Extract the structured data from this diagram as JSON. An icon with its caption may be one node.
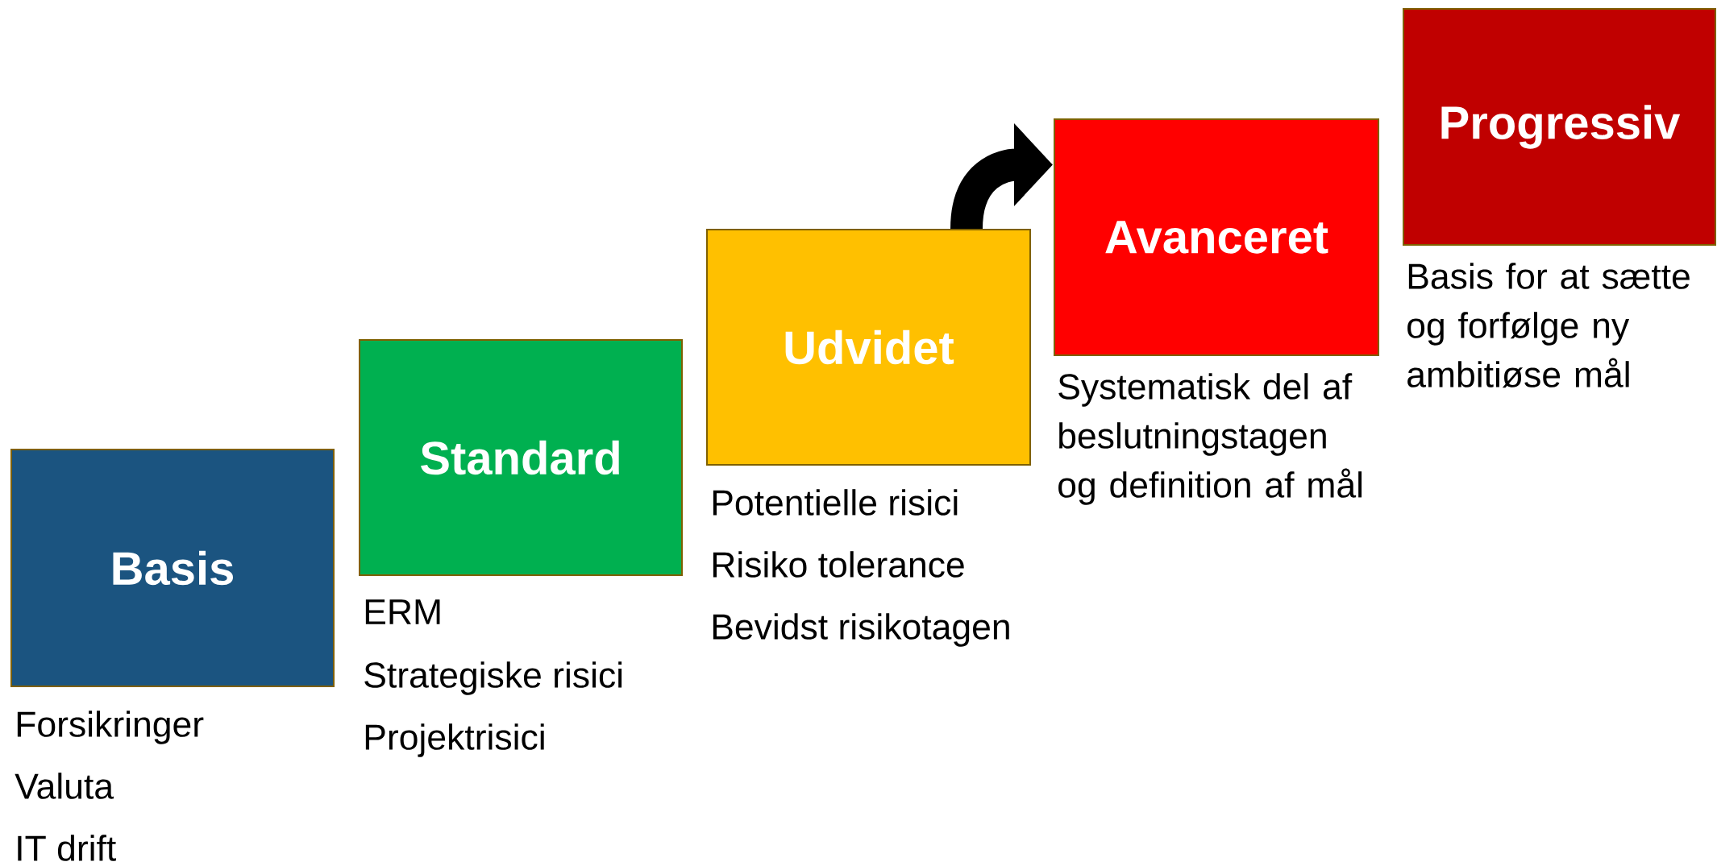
{
  "diagram": {
    "nodes": [
      {
        "text": [
          "Basis"
        ],
        "beside": [
          "Forsikringer",
          "Valuta",
          "IT drift"
        ]
      },
      {
        "text": [
          "Standard"
        ],
        "beside": [
          "ERM",
          "Strategiske risici",
          "Projektrisici"
        ]
      },
      {
        "text": [
          "Udvidet"
        ],
        "beside": [
          "Potentielle risici",
          "Risiko tolerance",
          "Bevidst risikotagen"
        ]
      },
      {
        "text": [
          "Avanceret"
        ],
        "beside": [
          "Systematisk del af beslutningstagen og definition af mål"
        ]
      },
      {
        "text": [
          "Progressiv"
        ],
        "beside": [
          "Basis for at sætte og forfølge ny ambitiøse mål"
        ]
      }
    ],
    "edges": [
      {
        "from": 2,
        "to": 3,
        "arrow": "to"
      }
    ]
  }
}
